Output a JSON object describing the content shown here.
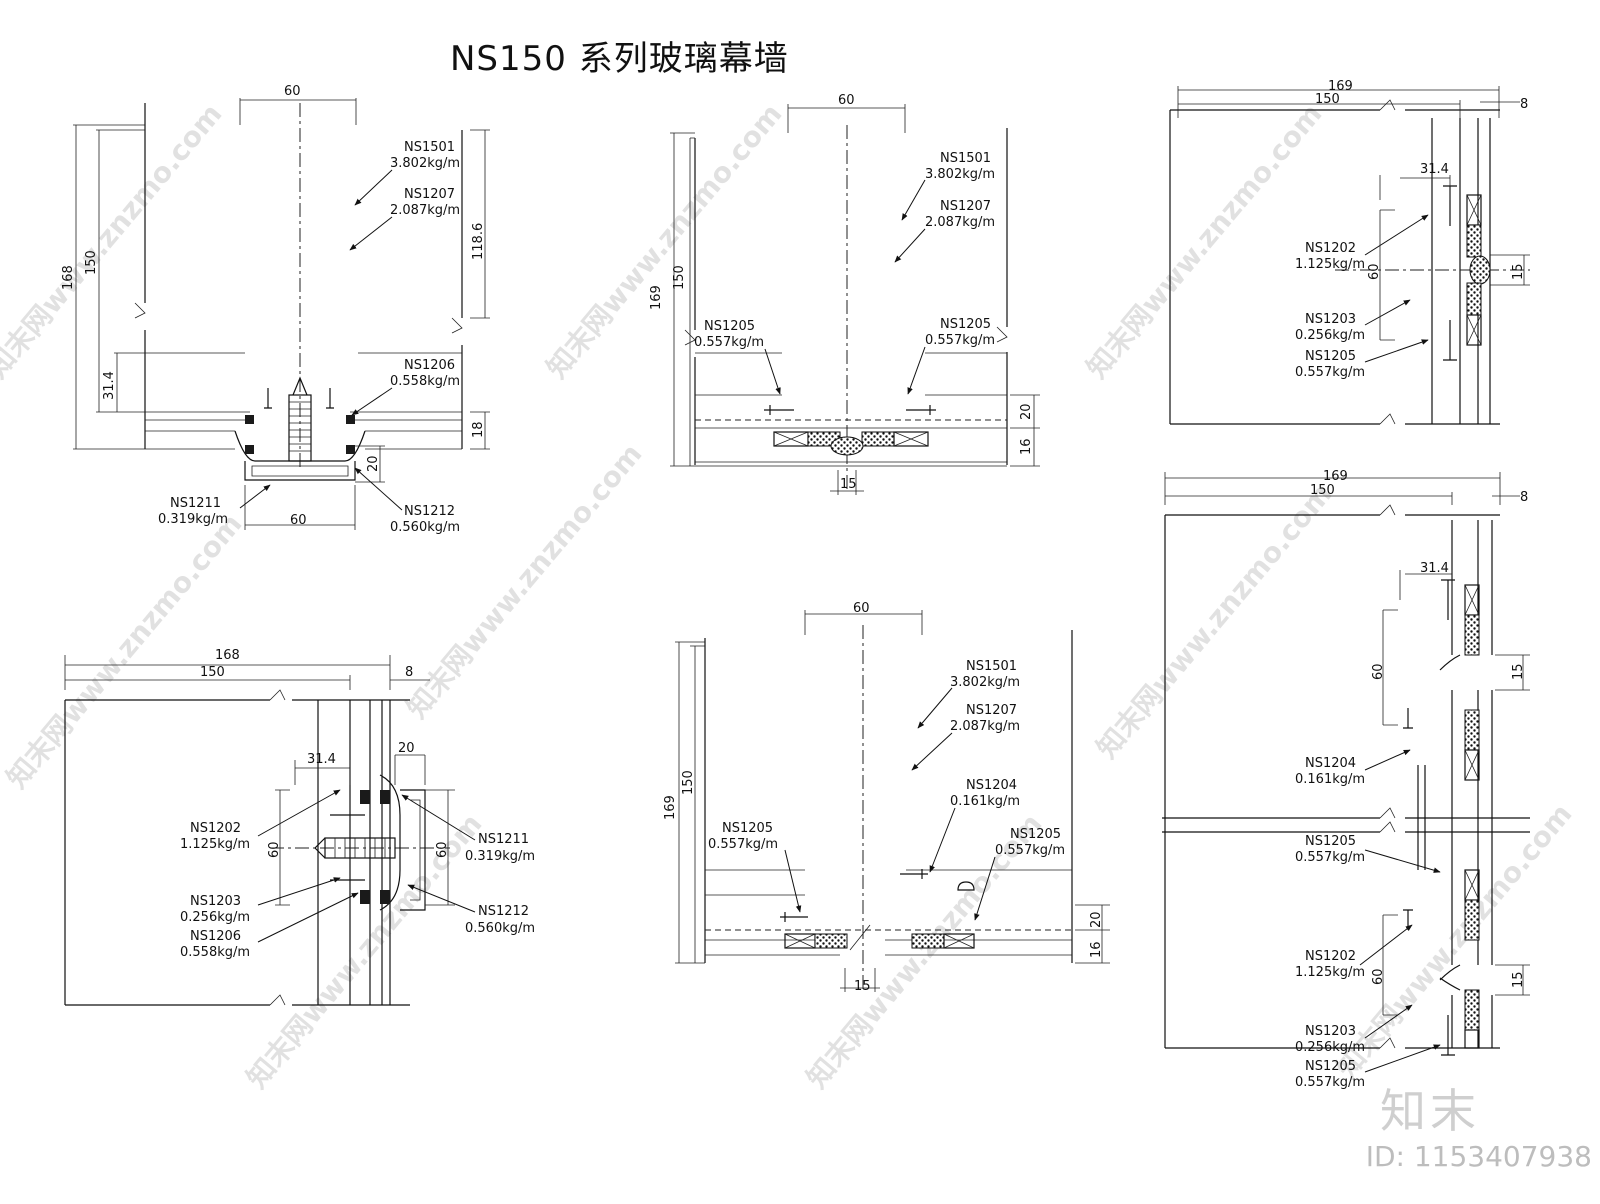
{
  "title": "NS150 系列玻璃幕墙",
  "watermark": {
    "text": "知末网www.znzmo.com",
    "logo": "知末",
    "id": "ID: 1153407938"
  },
  "views": {
    "v1": {
      "dims": {
        "top": "60",
        "bottom": "60",
        "h168": "168",
        "h150": "150",
        "h314": "31.4",
        "h1186": "118.6",
        "h18": "18",
        "h20": "20"
      },
      "labels": {
        "ns1501": "NS1501",
        "ns1501w": "3.802kg/m",
        "ns1207": "NS1207",
        "ns1207w": "2.087kg/m",
        "ns1206": "NS1206",
        "ns1206w": "0.558kg/m",
        "ns1211": "NS1211",
        "ns1211w": "0.319kg/m",
        "ns1212": "NS1212",
        "ns1212w": "0.560kg/m"
      }
    },
    "v2": {
      "dims": {
        "top": "60",
        "h169": "169",
        "h150": "150",
        "h20": "20",
        "h16": "16",
        "w15": "15"
      },
      "labels": {
        "ns1501": "NS1501",
        "ns1501w": "3.802kg/m",
        "ns1207": "NS1207",
        "ns1207w": "2.087kg/m",
        "ns1205a": "NS1205",
        "ns1205aw": "0.557kg/m",
        "ns1205b": "NS1205",
        "ns1205bw": "0.557kg/m"
      }
    },
    "v3": {
      "dims": {
        "w169": "169",
        "w150": "150",
        "w8": "8",
        "w314": "31.4",
        "h60": "60",
        "h15": "15"
      },
      "labels": {
        "ns1202": "NS1202",
        "ns1202w": "1.125kg/m",
        "ns1203": "NS1203",
        "ns1203w": "0.256kg/m",
        "ns1205": "NS1205",
        "ns1205w": "0.557kg/m"
      }
    },
    "v4": {
      "dims": {
        "w168": "168",
        "w150": "150",
        "w8": "8",
        "w314": "31.4",
        "w20": "20",
        "h60a": "60",
        "h60b": "60"
      },
      "labels": {
        "ns1202": "NS1202",
        "ns1202w": "1.125kg/m",
        "ns1203": "NS1203",
        "ns1203w": "0.256kg/m",
        "ns1206": "NS1206",
        "ns1206w": "0.558kg/m",
        "ns1211": "NS1211",
        "ns1211w": "0.319kg/m",
        "ns1212": "NS1212",
        "ns1212w": "0.560kg/m"
      }
    },
    "v5": {
      "dims": {
        "top": "60",
        "h169": "169",
        "h150": "150",
        "h20": "20",
        "h16": "16",
        "w15": "15"
      },
      "labels": {
        "ns1501": "NS1501",
        "ns1501w": "3.802kg/m",
        "ns1207": "NS1207",
        "ns1207w": "2.087kg/m",
        "ns1204": "NS1204",
        "ns1204w": "0.161kg/m",
        "ns1205a": "NS1205",
        "ns1205aw": "0.557kg/m",
        "ns1205b": "NS1205",
        "ns1205bw": "0.557kg/m"
      }
    },
    "v6": {
      "dims": {
        "w169": "169",
        "w150": "150",
        "w8": "8",
        "w314": "31.4",
        "h60a": "60",
        "h60b": "60",
        "h15a": "15",
        "h15b": "15"
      },
      "labels": {
        "ns1204": "NS1204",
        "ns1204w": "0.161kg/m",
        "ns1205a": "NS1205",
        "ns1205aw": "0.557kg/m",
        "ns1202": "NS1202",
        "ns1202w": "1.125kg/m",
        "ns1203": "NS1203",
        "ns1203w": "0.256kg/m",
        "ns1205b": "NS1205",
        "ns1205bw": "0.557kg/m"
      }
    }
  }
}
